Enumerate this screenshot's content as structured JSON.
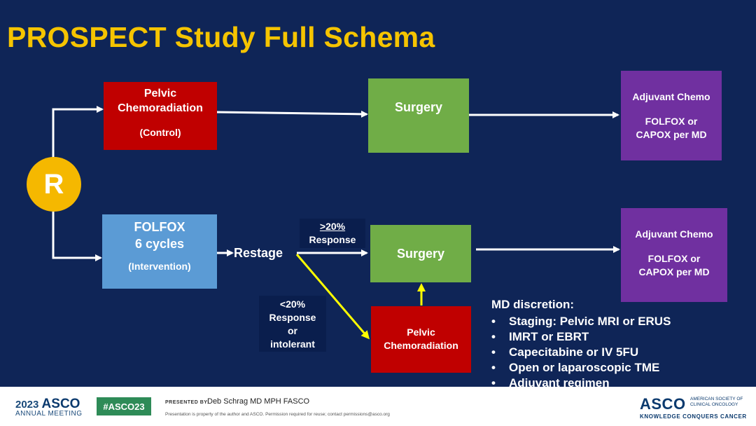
{
  "title": "PROSPECT Study Full Schema",
  "randomize": "R",
  "control_arm": {
    "box_line1": "Pelvic",
    "box_line2": "Chemoradiation",
    "box_note": "(Control)",
    "surgery": "Surgery",
    "adjuvant_title": "Adjuvant Chemo",
    "adjuvant_line1": "FOLFOX or",
    "adjuvant_line2": "CAPOX  per MD"
  },
  "intervention_arm": {
    "box_line1": "FOLFOX",
    "box_line2": "6 cycles",
    "box_note": "(Intervention)",
    "restage": "Restage",
    "response_hi_line1": ">20%",
    "response_hi_line2": "Response",
    "response_lo_line1": "<20%",
    "response_lo_line2": "Response",
    "response_lo_line3": "or",
    "response_lo_line4": "intolerant",
    "surgery": "Surgery",
    "pelvic_line1": "Pelvic",
    "pelvic_line2": "Chemoradiation",
    "adjuvant_title": "Adjuvant Chemo",
    "adjuvant_line1": "FOLFOX or",
    "adjuvant_line2": "CAPOX  per MD"
  },
  "md_discretion": {
    "heading": "MD discretion:",
    "items": [
      "Staging: Pelvic MRI or ERUS",
      "IMRT or EBRT",
      "Capecitabine or IV 5FU",
      "Open or laparoscopic TME",
      "Adjuvant regimen"
    ]
  },
  "footer": {
    "year": "2023",
    "meeting": "ASCO",
    "meeting_sub": "ANNUAL MEETING",
    "hashtag": "#ASCO23",
    "presented_by": "PRESENTED BY:",
    "presenter": "Deb Schrag MD MPH FASCO",
    "notice": "Presentation is property of the author and ASCO. Permission required for reuse; contact permissions@asco.org",
    "org": "ASCO",
    "org_full": "AMERICAN SOCIETY OF CLINICAL ONCOLOGY",
    "org_tagline": "KNOWLEDGE CONQUERS CANCER"
  },
  "colors": {
    "background": "#0f2557",
    "title": "#f5c400",
    "red_box": "#c00000",
    "green_box": "#70ad47",
    "purple_box": "#7030a0",
    "blue_box": "#5b9bd5",
    "randomize_circle": "#f5b800",
    "yellow_arrow": "#ffff00"
  }
}
